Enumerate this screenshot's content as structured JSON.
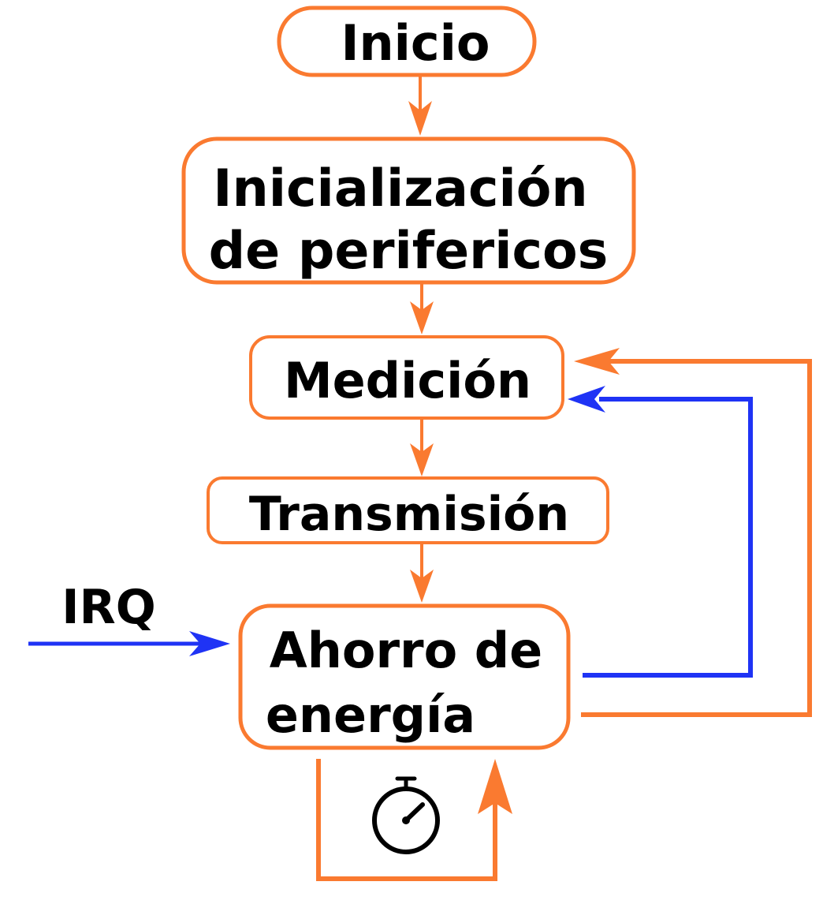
{
  "colors": {
    "orange": "#fa7a30",
    "blue": "#1f33f5",
    "text": "#000000",
    "background": "#ffffff"
  },
  "nodes": {
    "start": "Inicio",
    "init_line1": "Inicialización",
    "init_line2": "de perifericos",
    "measure": "Medición",
    "transmit": "Transmisión",
    "sleep_line1": "Ahorro de",
    "sleep_line2": "energía"
  },
  "labels": {
    "irq": "IRQ"
  },
  "icons": {
    "timer": "stopwatch-icon"
  }
}
